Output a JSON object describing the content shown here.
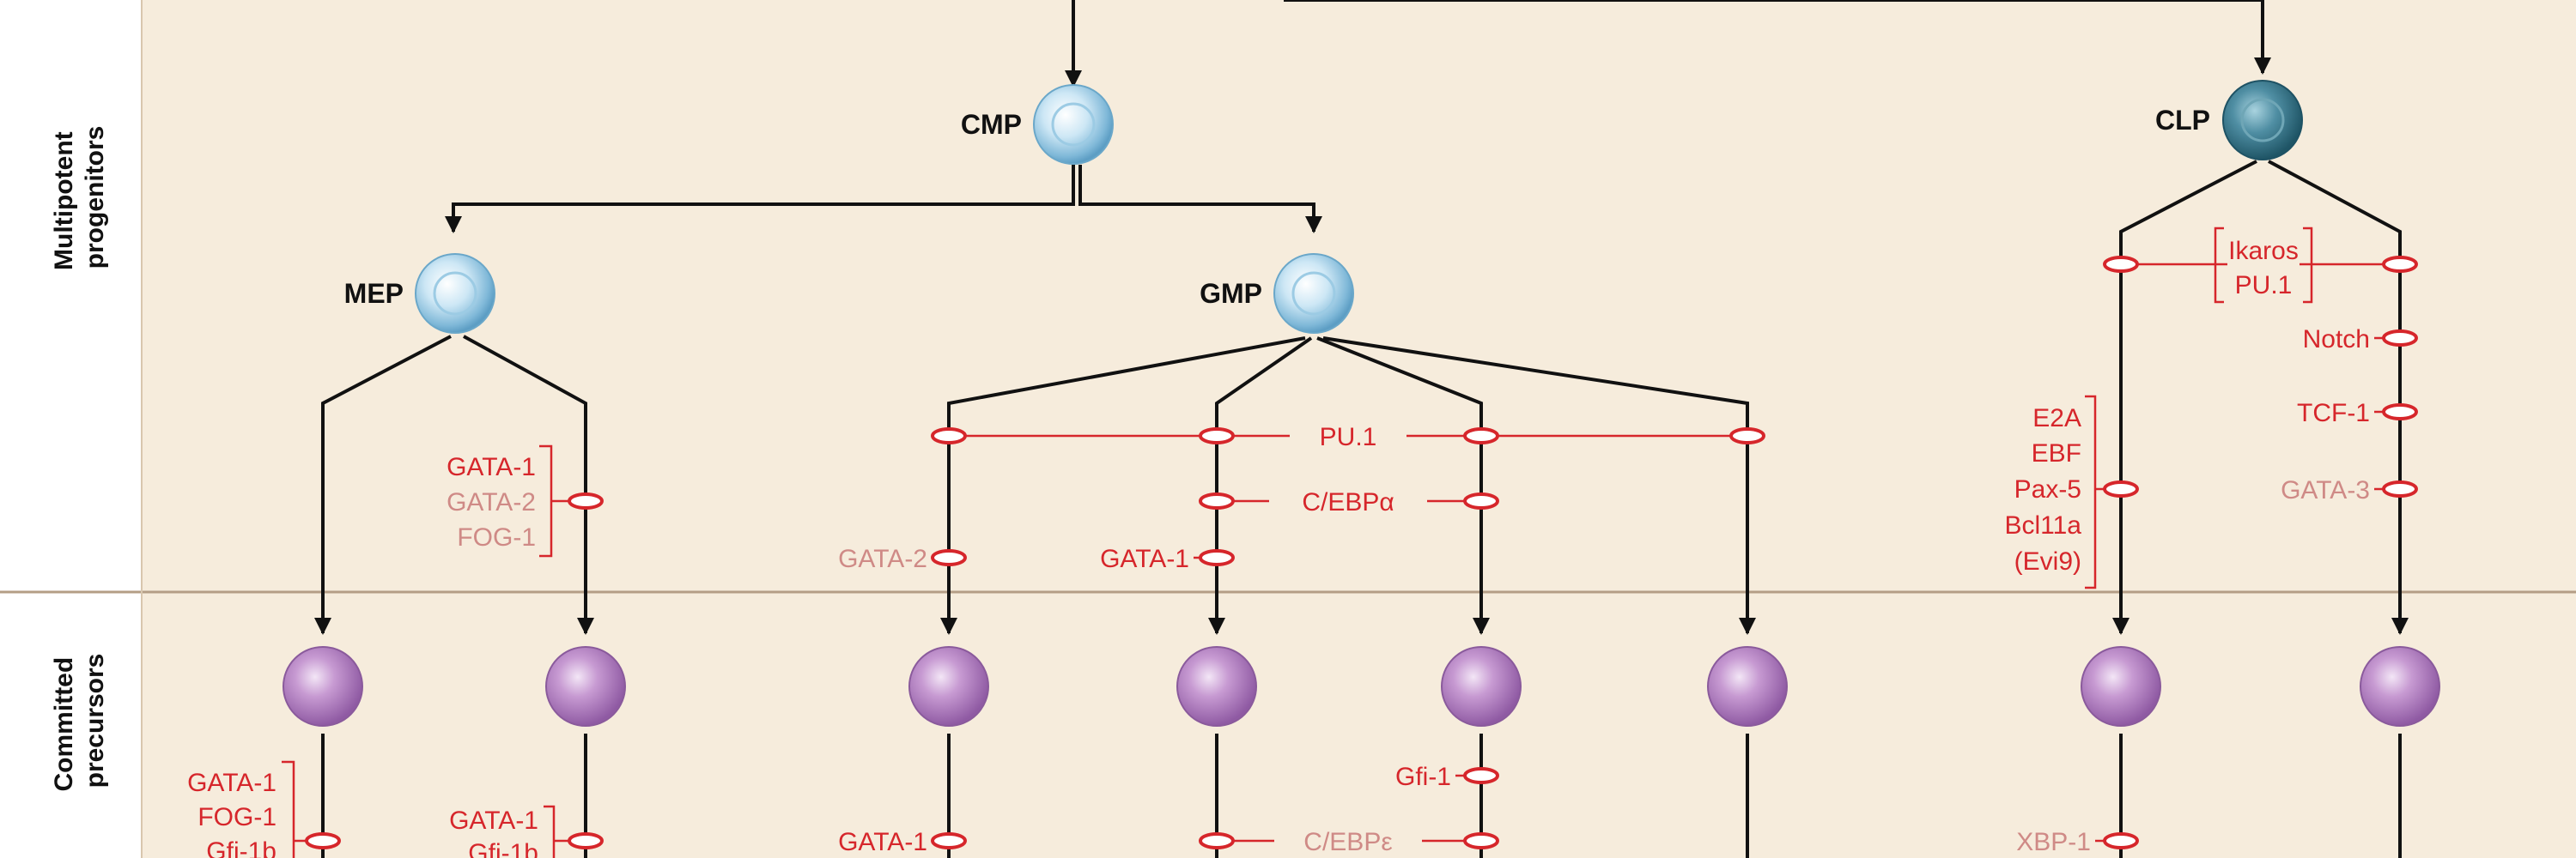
{
  "bands": {
    "multipotent": "Multipotent progenitors",
    "committed": "Committed precursors"
  },
  "nodes": {
    "cmp": "CMP",
    "clp": "CLP",
    "mep": "MEP",
    "gmp": "GMP"
  },
  "factors": {
    "pu1": "PU.1",
    "cebpa": "C/EBPα",
    "gata2_a": "GATA-2",
    "gata1_a": "GATA-1",
    "mep_gata1": "GATA-1",
    "mep_gata2": "GATA-2",
    "mep_fog1": "FOG-1",
    "ikaros": "Ikaros",
    "clp_pu1": "PU.1",
    "notch": "Notch",
    "tcf1": "TCF-1",
    "gata3": "GATA-3",
    "e2a": "E2A",
    "ebf": "EBF",
    "pax5": "Pax-5",
    "bcl11a": "Bcl11a",
    "evi9": "(Evi9)",
    "low_gata1_a": "GATA-1",
    "low_fog1": "FOG-1",
    "low_gfi1b_a": "Gfi-1b",
    "low_gata1_b": "GATA-1",
    "low_gfi1b_b": "Gfi-1b",
    "low_gata1_c": "GATA-1",
    "gfi1": "Gfi-1",
    "cebpe": "C/EBPε",
    "xbp1": "XBP-1"
  },
  "colors": {
    "band_fill": "#f6ecdc",
    "active_factor": "#d6262b",
    "faded_factor": "#cf8a86",
    "progenitor_cell": "#a9d3ea",
    "clp_cell": "#3f7d92",
    "precursor_cell": "#b67fc2"
  }
}
